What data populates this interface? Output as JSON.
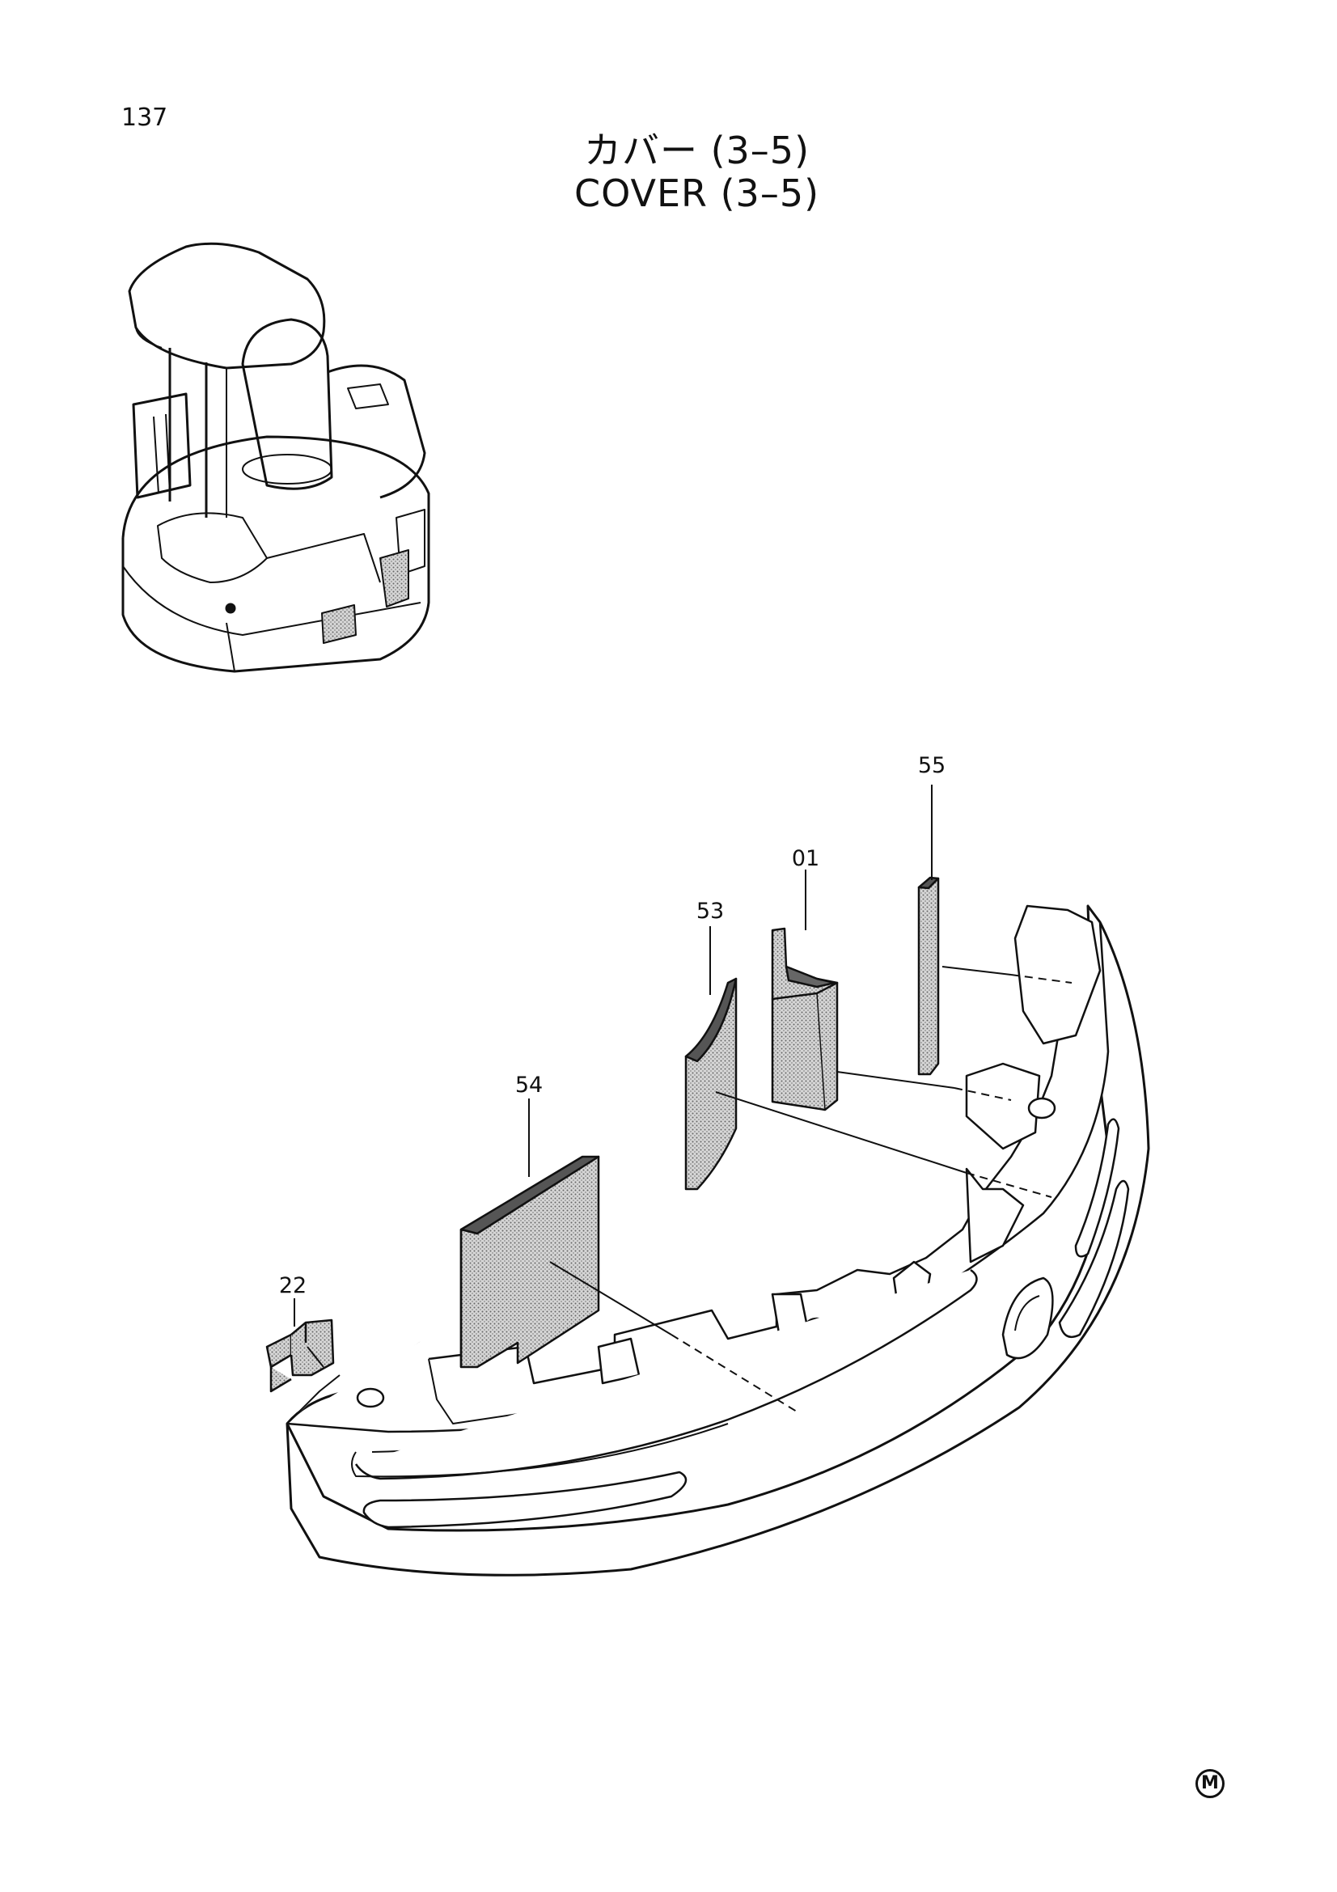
{
  "page_number": "137",
  "title_jp": "カバー (3–5)",
  "title_en": "COVER (3–5)",
  "callouts": [
    {
      "id": "55",
      "label": "55"
    },
    {
      "id": "01",
      "label": "01"
    },
    {
      "id": "53",
      "label": "53"
    },
    {
      "id": "54",
      "label": "54"
    },
    {
      "id": "22",
      "label": "22"
    }
  ],
  "mark": "M",
  "colors": {
    "line": "#111111",
    "fill_shade": "#9a9a9a",
    "part_fill": "#c8c8c8"
  }
}
